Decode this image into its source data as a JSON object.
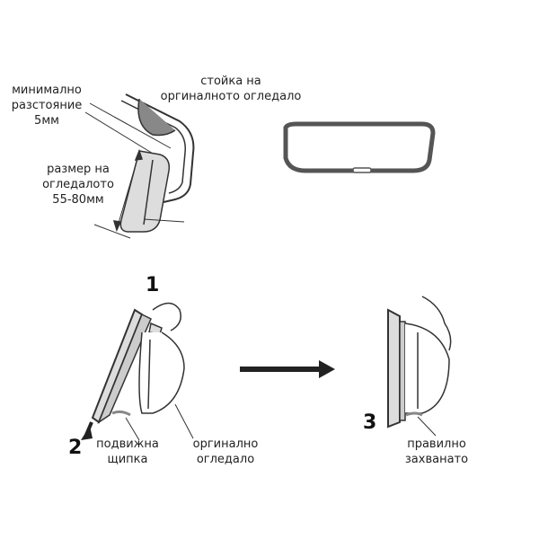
{
  "top_left": {
    "min_distance": [
      "минимално",
      "разстояние",
      "5мм"
    ],
    "mount_stem": [
      "стойка на",
      "оргиналното огледало"
    ],
    "mirror_size": [
      "размер на",
      "огледалото",
      "55-80мм"
    ]
  },
  "steps": {
    "step1": "1",
    "step2": "2",
    "step3": "3"
  },
  "bottom_labels": {
    "movable_clip": [
      "подвижна",
      "щипка"
    ],
    "original_mirror": [
      "оргинално",
      "огледало"
    ],
    "properly_attached": [
      "правилно",
      "захванато"
    ]
  },
  "colors": {
    "line": "#333333",
    "fill": "#dddddd",
    "dark_fill": "#888888"
  }
}
